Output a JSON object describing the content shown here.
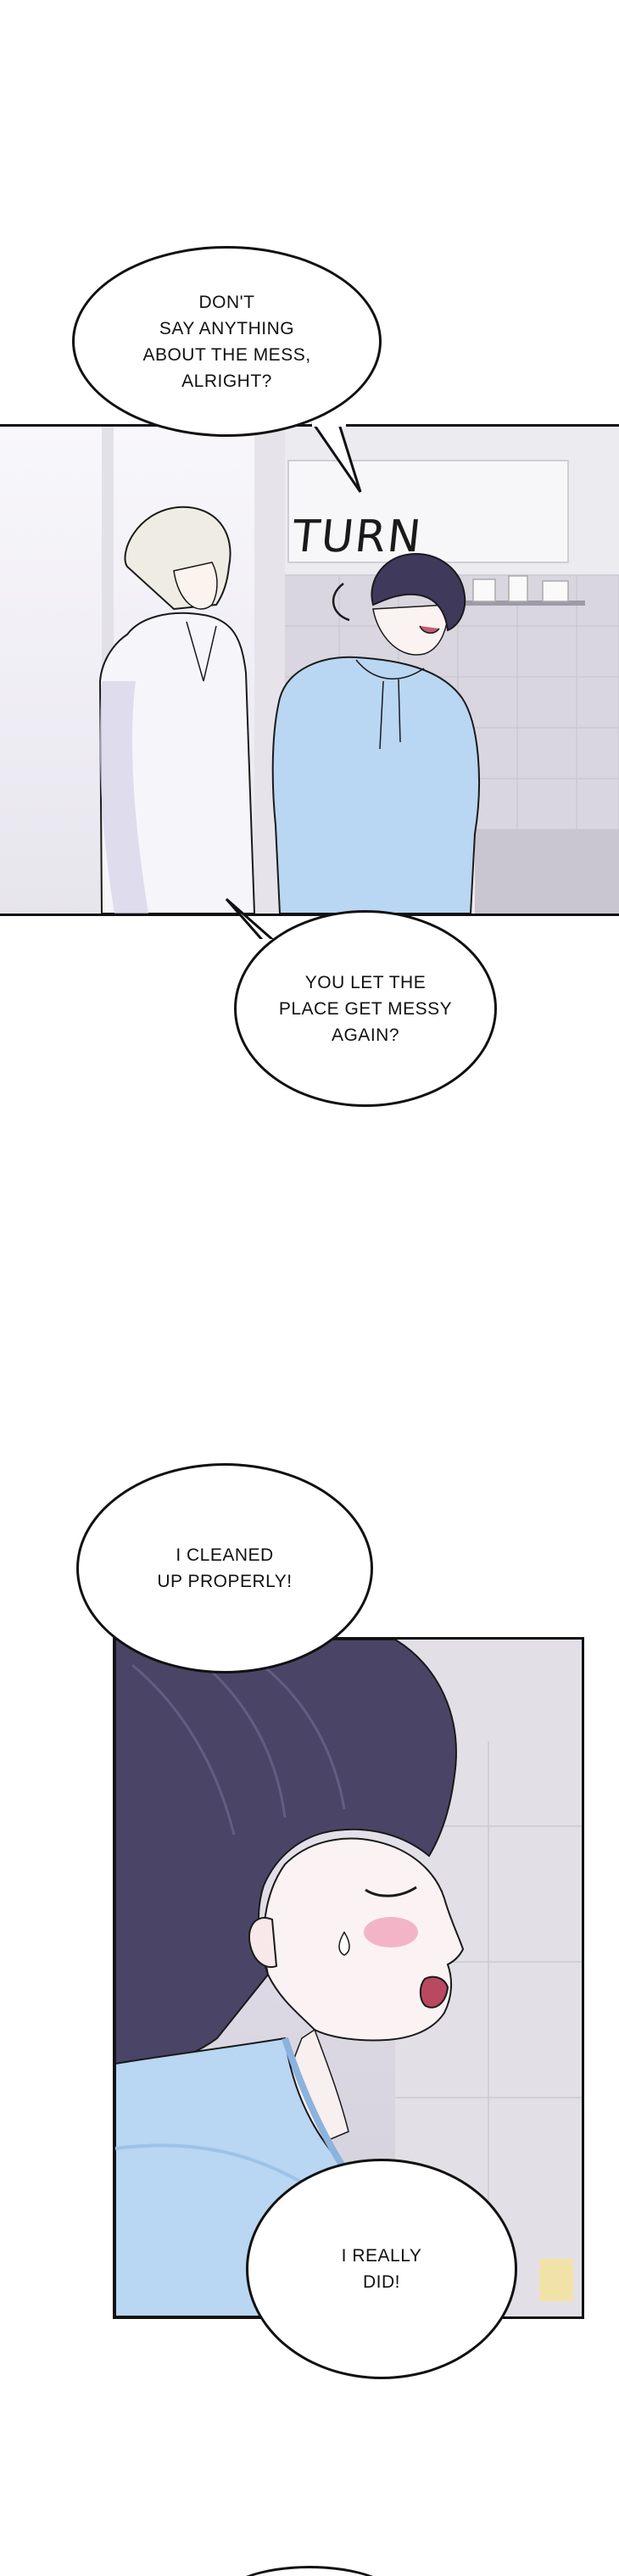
{
  "bubbles": {
    "b1": "DON'T\nSAY ANYTHING\nABOUT THE MESS,\nALRIGHT?",
    "b2": "YOU LET THE\nPLACE GET MESSY\nAGAIN?",
    "b3": "I CLEANED\nUP PROPERLY!",
    "b4": "I REALLY\nDID!"
  },
  "sfx": {
    "turn": "TURN"
  },
  "colors": {
    "ink": "#111111",
    "hoodie": "#b9d6f2",
    "hair_dark": "#3f3a5c",
    "hair_light": "#e9e5dc",
    "blush": "#f2a8c0"
  }
}
